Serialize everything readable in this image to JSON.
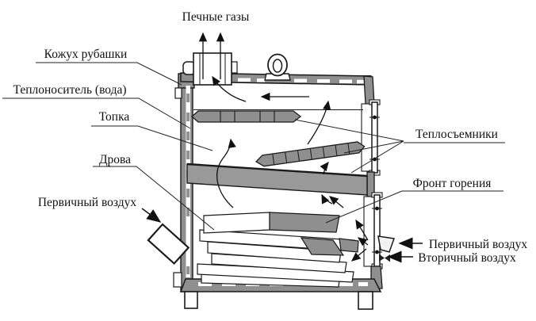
{
  "diagram": {
    "type": "boiler-cross-section",
    "labels": {
      "flue_gases": "Печные газы",
      "jacket_casing": "Кожух рубашки",
      "heat_carrier_water": "Теплоноситель (вода)",
      "firebox": "Топка",
      "firewood": "Дрова",
      "primary_air_left": "Первичный воздух",
      "heat_removers": "Теплосъемники",
      "combustion_front": "Фронт горения",
      "primary_air_right": "Первичный воздух",
      "secondary_air": "Вторичный воздух"
    },
    "colors": {
      "metal_gray": "#8f8f8f",
      "line": "#1a1a1a",
      "background": "#ffffff"
    }
  }
}
